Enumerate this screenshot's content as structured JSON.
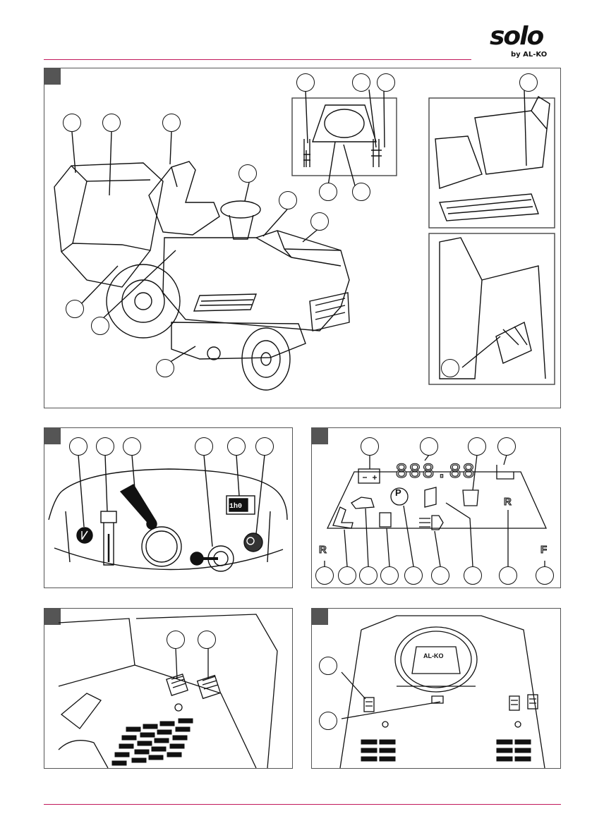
{
  "header": {
    "logo_brand": "solo",
    "logo_sub": "by AL-KO"
  },
  "colors": {
    "accent": "#c2185b",
    "marker": "#555555",
    "line": "#111111"
  },
  "figures": [
    {
      "id": "fig-overview",
      "callouts": 17,
      "insets": 3
    },
    {
      "id": "fig-control-panel",
      "callouts": 6,
      "symbols": [
        "switch-icon",
        "ignition-key-icon",
        "reverse-button-icon"
      ],
      "display_text": "1h0"
    },
    {
      "id": "fig-display",
      "callouts": 13,
      "segment_text": "888.88",
      "letters": [
        "R",
        "R",
        "F"
      ]
    },
    {
      "id": "fig-pedals-side",
      "callouts": 2
    },
    {
      "id": "fig-pedals-front",
      "callouts": 2,
      "steering_logo": "AL-KO"
    }
  ]
}
